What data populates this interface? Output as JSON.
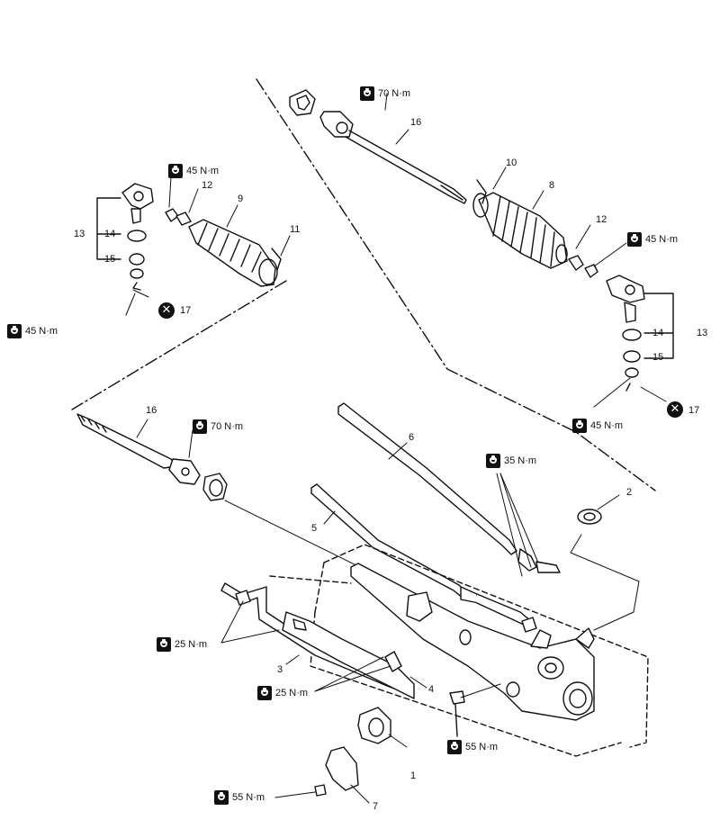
{
  "torque": {
    "t70_top": "70 N·m",
    "t45_upper_left": "45 N·m",
    "t45_left": "45 N·m",
    "t45_right_upper": "45 N·m",
    "t45_right_lower": "45 N·m",
    "t70_left": "70 N·m",
    "t35": "35 N·m",
    "t25_a": "25 N·m",
    "t25_b": "25 N·m",
    "t55_right": "55 N·m",
    "t55_bottom": "55 N·m"
  },
  "parts": {
    "p1": "1",
    "p2": "2",
    "p3": "3",
    "p4": "4",
    "p5": "5",
    "p6": "6",
    "p7": "7",
    "p8": "8",
    "p9": "9",
    "p10": "10",
    "p11": "11",
    "p12_left": "12",
    "p12_right": "12",
    "p13_left": "13",
    "p13_right": "13",
    "p14_left": "14",
    "p14_right": "14",
    "p15_left": "15",
    "p15_right": "15",
    "p16_top": "16",
    "p16_left": "16",
    "p17_left": "17",
    "p17_right": "17"
  },
  "symbols": {
    "x_mark": "✕",
    "torque_icon": "torque-wrench-icon"
  }
}
